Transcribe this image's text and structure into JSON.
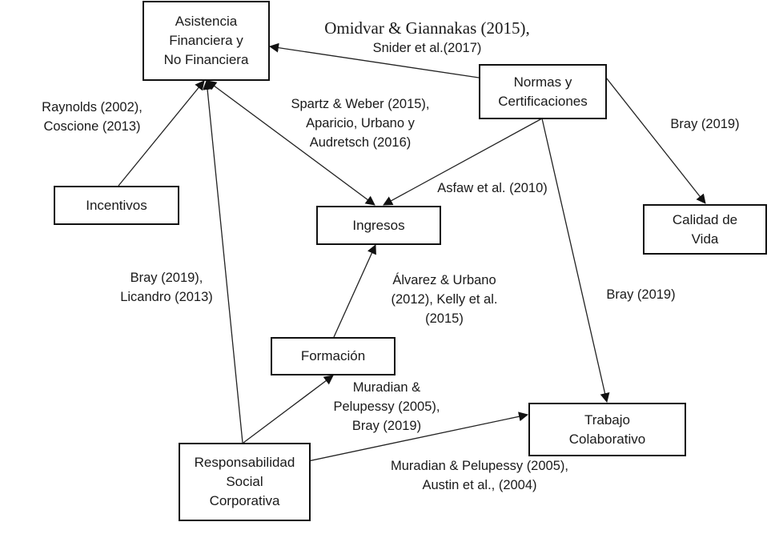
{
  "nodes": {
    "asistencia": [
      "Asistencia",
      "Financiera y",
      "No Financiera"
    ],
    "normas": [
      "Normas y",
      "Certificaciones"
    ],
    "incentivos": [
      "Incentivos"
    ],
    "ingresos": [
      "Ingresos"
    ],
    "calidad": [
      "Calidad de",
      "Vida"
    ],
    "formacion": [
      "Formación"
    ],
    "trabajo": [
      "Trabajo",
      "Colaborativo"
    ],
    "rsc": [
      "Responsabilidad",
      "Social",
      "Corporativa"
    ]
  },
  "edge_labels": {
    "normas_asistencia": [
      "Omidvar & Giannakas (2015),",
      "Snider et al.(2017)"
    ],
    "incentivos_asistencia": [
      "Raynolds (2002),",
      "Coscione (2013)"
    ],
    "asistencia_ingresos": [
      "Spartz & Weber (2015),",
      "Aparicio, Urbano y",
      "Audretsch (2016)"
    ],
    "normas_calidad": [
      "Bray (2019)"
    ],
    "normas_ingresos": [
      "Asfaw et al. (2010)"
    ],
    "rsc_asistencia": [
      "Bray (2019),",
      "Licandro (2013)"
    ],
    "formacion_ingresos": [
      "Álvarez & Urbano",
      "(2012), Kelly et al.",
      "(2015)"
    ],
    "normas_trabajo": [
      "Bray (2019)"
    ],
    "rsc_formacion": [
      "Muradian &",
      "Pelupessy (2005),",
      "Bray (2019)"
    ],
    "rsc_trabajo": [
      "Muradian & Pelupessy (2005),",
      "Austin et al., (2004)"
    ]
  },
  "edges": [
    {
      "from": "normas",
      "to": "asistencia",
      "directed": true
    },
    {
      "from": "incentivos",
      "to": "asistencia",
      "directed": true
    },
    {
      "from": "asistencia",
      "to": "ingresos",
      "directed": true,
      "bidirectional": true
    },
    {
      "from": "normas",
      "to": "ingresos",
      "directed": true
    },
    {
      "from": "normas",
      "to": "calidad",
      "directed": true
    },
    {
      "from": "normas",
      "to": "trabajo",
      "directed": true
    },
    {
      "from": "rsc",
      "to": "asistencia",
      "directed": true
    },
    {
      "from": "formacion",
      "to": "ingresos",
      "directed": true
    },
    {
      "from": "rsc",
      "to": "formacion",
      "directed": true
    },
    {
      "from": "rsc",
      "to": "trabajo",
      "directed": true
    }
  ]
}
